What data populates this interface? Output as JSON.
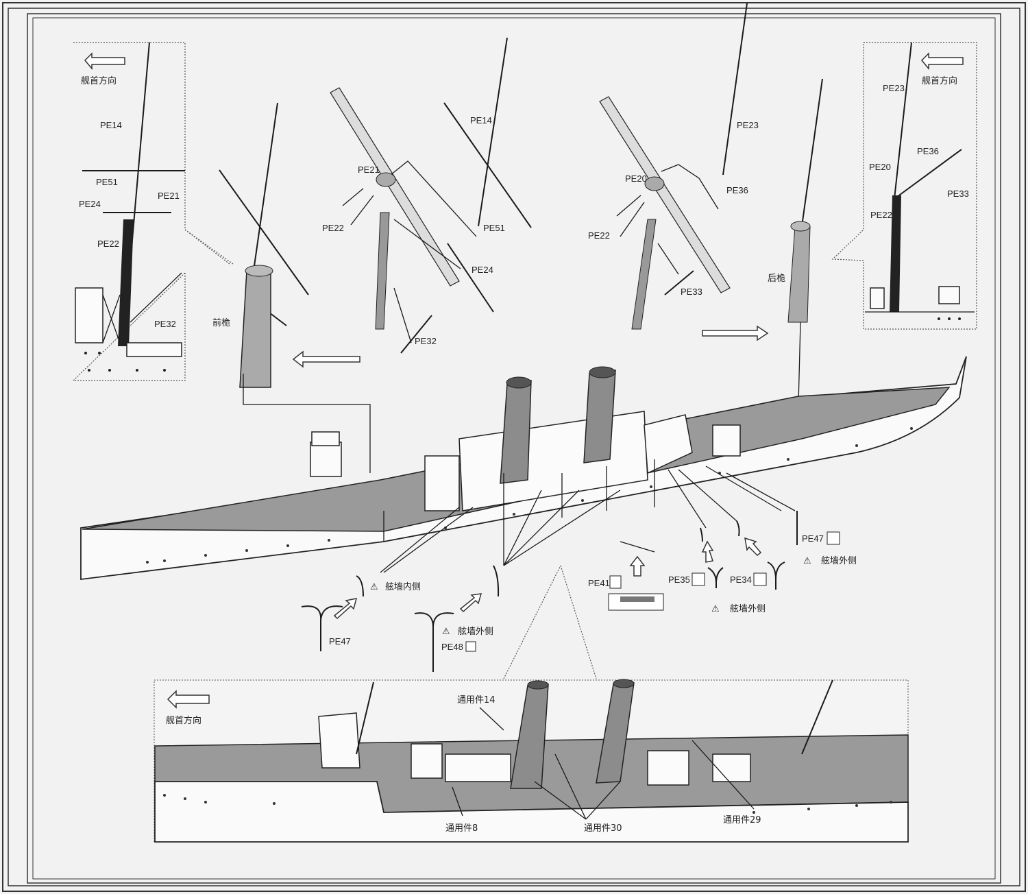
{
  "insets": {
    "fore_mast": {
      "direction": "舰首方向",
      "labels": [
        "PE14",
        "PE51",
        "PE24",
        "PE21",
        "PE22",
        "PE32"
      ]
    },
    "aft_mast": {
      "direction": "舰首方向",
      "labels": [
        "PE23",
        "PE36",
        "PE20",
        "PE22",
        "PE33"
      ]
    },
    "hull_detail": {
      "direction": "舰首方向",
      "labels": [
        "通用件14",
        "通用件8",
        "通用件30",
        "通用件29"
      ]
    }
  },
  "fore_mast_assembly": {
    "name": "前桅",
    "labels": [
      "PE14",
      "PE21",
      "PE22",
      "PE51",
      "PE24",
      "PE32"
    ]
  },
  "aft_mast_assembly": {
    "name": "后桅",
    "labels": [
      "PE23",
      "PE20",
      "PE36",
      "PE22",
      "PE33"
    ]
  },
  "railings": {
    "inner_note": "舷墙内侧",
    "outer_note": "舷墙外侧",
    "parts": [
      "PE47",
      "PE48",
      "PE41",
      "PE35",
      "PE34",
      "PE47"
    ]
  },
  "colors": {
    "line": "#1a1a1a",
    "deck": "#9a9a9a",
    "background": "#f2f2f2"
  }
}
